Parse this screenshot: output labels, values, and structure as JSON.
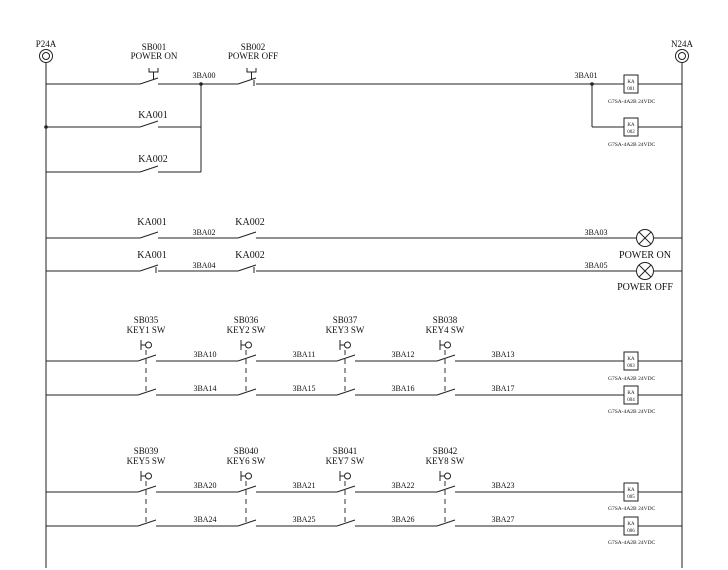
{
  "buses": {
    "left": "P24A",
    "right": "N24A"
  },
  "pushbuttons": {
    "sb001": {
      "tag": "SB001",
      "label": "POWER ON"
    },
    "sb002": {
      "tag": "SB002",
      "label": "POWER OFF"
    }
  },
  "wires": {
    "w3ba00": "3BA00",
    "w3ba01": "3BA01",
    "w3ba02": "3BA02",
    "w3ba03": "3BA03",
    "w3ba04": "3BA04",
    "w3ba05": "3BA05"
  },
  "contacts": {
    "ka001_hold": "KA001",
    "ka002_hold": "KA002",
    "ka001_on": "KA001",
    "ka002_on": "KA002",
    "ka001_off": "KA001",
    "ka002_off": "KA002"
  },
  "relays": {
    "ka001": {
      "prefix": "KA",
      "num": "001",
      "model": "G7SA-4A2B 24VDC"
    },
    "ka002": {
      "prefix": "KA",
      "num": "002",
      "model": "G7SA-4A2B 24VDC"
    },
    "ka003": {
      "prefix": "KA",
      "num": "003",
      "model": "G7SA-4A2B 24VDC"
    },
    "ka004": {
      "prefix": "KA",
      "num": "004",
      "model": "G7SA-4A2B 24VDC"
    },
    "ka005": {
      "prefix": "KA",
      "num": "005",
      "model": "G7SA-4A2B 24VDC"
    },
    "ka006": {
      "prefix": "KA",
      "num": "006",
      "model": "G7SA-4A2B 24VDC"
    }
  },
  "lamps": {
    "on": "POWER ON",
    "off": "POWER OFF"
  },
  "keys_a": {
    "switches": [
      {
        "tag": "SB035",
        "label": "KEY1 SW"
      },
      {
        "tag": "SB036",
        "label": "KEY2 SW"
      },
      {
        "tag": "SB037",
        "label": "KEY3 SW"
      },
      {
        "tag": "SB038",
        "label": "KEY4 SW"
      }
    ],
    "row1": [
      "3BA10",
      "3BA11",
      "3BA12",
      "3BA13"
    ],
    "row2": [
      "3BA14",
      "3BA15",
      "3BA16",
      "3BA17"
    ]
  },
  "keys_b": {
    "switches": [
      {
        "tag": "SB039",
        "label": "KEY5 SW"
      },
      {
        "tag": "SB040",
        "label": "KEY6 SW"
      },
      {
        "tag": "SB041",
        "label": "KEY7 SW"
      },
      {
        "tag": "SB042",
        "label": "KEY8 SW"
      }
    ],
    "row1": [
      "3BA20",
      "3BA21",
      "3BA22",
      "3BA23"
    ],
    "row2": [
      "3BA24",
      "3BA25",
      "3BA26",
      "3BA27"
    ]
  }
}
